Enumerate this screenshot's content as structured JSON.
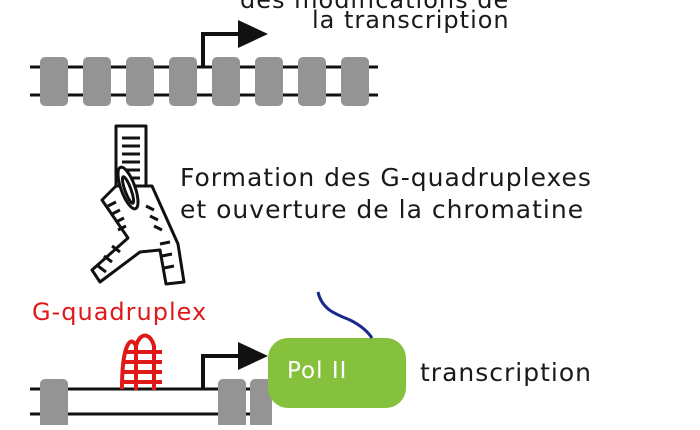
{
  "labels": {
    "top_line1": "des modifications de",
    "top_line2": "la transcription",
    "formation_line1": "Formation des G-quadruplexes",
    "formation_line2": "et ouverture de la chromatine",
    "gquadruplex": "G-quadruplex",
    "pol2": "Pol II",
    "transcription": "transcription"
  },
  "colors": {
    "nucleosome": "#949494",
    "dna": "#111111",
    "gquadruplex": "#e01818",
    "pol2_fill": "#86c13d",
    "rna": "#1a2a8a"
  },
  "icons": {
    "tss_arrow": "arrow-right-icon",
    "zipper": "zipper-icon"
  }
}
